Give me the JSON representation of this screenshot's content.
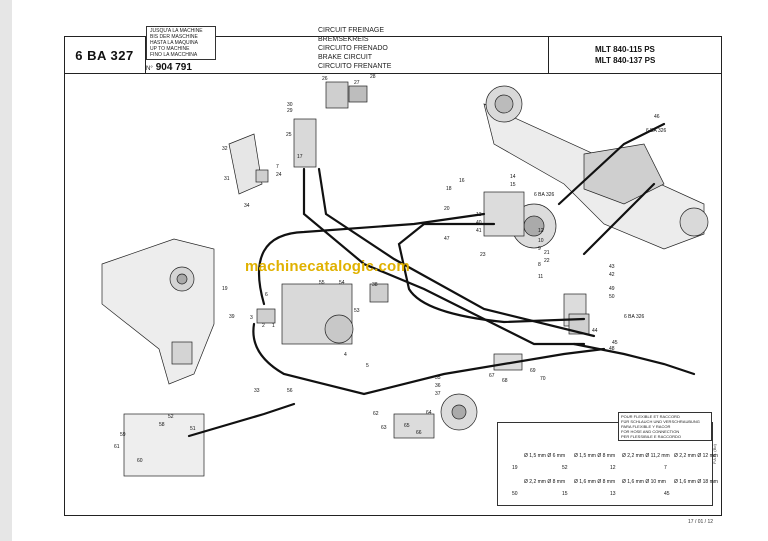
{
  "page": {
    "reference": "6 BA 327",
    "serial_lines": [
      "JUSQU'A LA MACHINE",
      "BIS DER MASCHINE",
      "HASTA LA MAQUINA",
      "UP TO MACHINE",
      "FINO LA MACCHINA"
    ],
    "serial_prefix": "N°",
    "serial_number": "904 791",
    "titles": [
      "CIRCUIT FREINAGE",
      "BREMSEKREIS",
      "CIRCUITO FRENADO",
      "BRAKE CIRCUIT",
      "CIRCUITO FRENANTE"
    ],
    "models": [
      "MLT 840-115 PS",
      "MLT 840-137 PS"
    ],
    "watermark": "machinecatalogic.com",
    "date": "17 / 01 / 12",
    "edition_mark": "P.A.O. (Bo)"
  },
  "callouts": {
    "c26": "26",
    "c27": "27",
    "c28": "28",
    "c29": "29",
    "c30": "30",
    "c25": "25",
    "c32": "32",
    "c17a": "17",
    "c7": "7",
    "c24": "24",
    "c31": "31",
    "c34": "34",
    "c16": "16",
    "c18": "18",
    "c20": "20",
    "c13": "13",
    "c40": "40",
    "c41": "41",
    "c47": "47",
    "c23": "23",
    "c12": "12",
    "c10": "10",
    "c9": "9",
    "c8": "8",
    "c11": "11",
    "c19": "19",
    "c39": "39",
    "c6": "6",
    "c3": "3",
    "c2": "2",
    "c1": "1",
    "c55": "55",
    "c54": "54",
    "c53": "53",
    "c38": "38",
    "c4": "4",
    "c5": "5",
    "c56": "56",
    "c33": "33",
    "c59": "59",
    "c60": "60",
    "c61": "61",
    "c58": "58",
    "c52": "52",
    "c51": "51",
    "c35": "35",
    "c36": "36",
    "c37": "37",
    "c62": "62",
    "c63": "63",
    "c64": "64",
    "c65": "65",
    "c66": "66",
    "c67": "67",
    "c68": "68",
    "c69": "69",
    "c70": "70",
    "c44": "44",
    "c45": "45",
    "c46": "46",
    "c48": "48",
    "c49": "49",
    "c50": "50",
    "c42": "42",
    "c43": "43",
    "c14": "14",
    "c15": "15",
    "c21": "21",
    "c22": "22"
  },
  "refs": {
    "r1": "6 BA 326",
    "r2": "6 BA 326",
    "r3": "6 BA 326"
  },
  "legend": {
    "header": [
      "POUR FLEXIBLE ET RACCORD",
      "FÜR SCHLAUCH UND VERSCHRAUBUNG",
      "PARA FLEXIBLE Y RACOR",
      "FOR HOSE AND CONNECTION",
      "PER FLESSIBILE E RACCORDO"
    ],
    "items": [
      {
        "code": "19",
        "spec": "Ø 1,5 mm  Ø 6 mm"
      },
      {
        "code": "52",
        "spec": "Ø 1,5 mm  Ø 8 mm"
      },
      {
        "code": "12",
        "spec": "Ø 2,2 mm  Ø 11,2 mm"
      },
      {
        "code": "7",
        "spec": "Ø 2,2 mm  Ø 12 mm"
      },
      {
        "code": "50",
        "spec": "Ø 2,2 mm  Ø 8 mm"
      },
      {
        "code": "15",
        "spec": "Ø 1,6 mm  Ø 8 mm"
      },
      {
        "code": "13",
        "spec": "Ø 1,6 mm  Ø 10 mm"
      },
      {
        "code": "45",
        "spec": "Ø 1,6 mm  Ø 18 mm"
      }
    ]
  }
}
